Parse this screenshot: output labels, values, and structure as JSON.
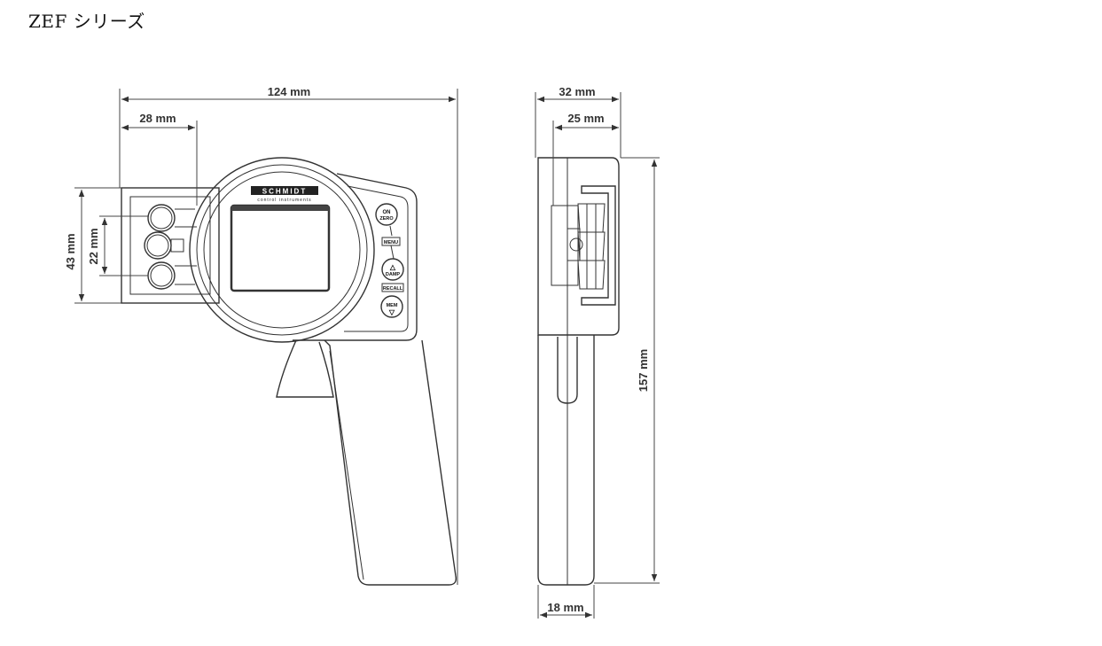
{
  "title": "ZEF シリーズ",
  "brand": {
    "name": "SCHMIDT",
    "tagline": "control instruments"
  },
  "buttons": {
    "on_zero_top": "ON",
    "on_zero_bottom": "ZERO",
    "menu": "MENU",
    "damp": "DAMP",
    "damp_arrow": "△",
    "recall": "RECALL",
    "mem": "MEM",
    "mem_arrow": "▽"
  },
  "dimensions": {
    "total_width": "124 mm",
    "roller_width": "28 mm",
    "head_height": "43 mm",
    "roller_spacing": "22 mm",
    "side_depth": "32 mm",
    "side_inner_depth": "25 mm",
    "total_height": "157 mm",
    "handle_depth": "18 mm"
  }
}
